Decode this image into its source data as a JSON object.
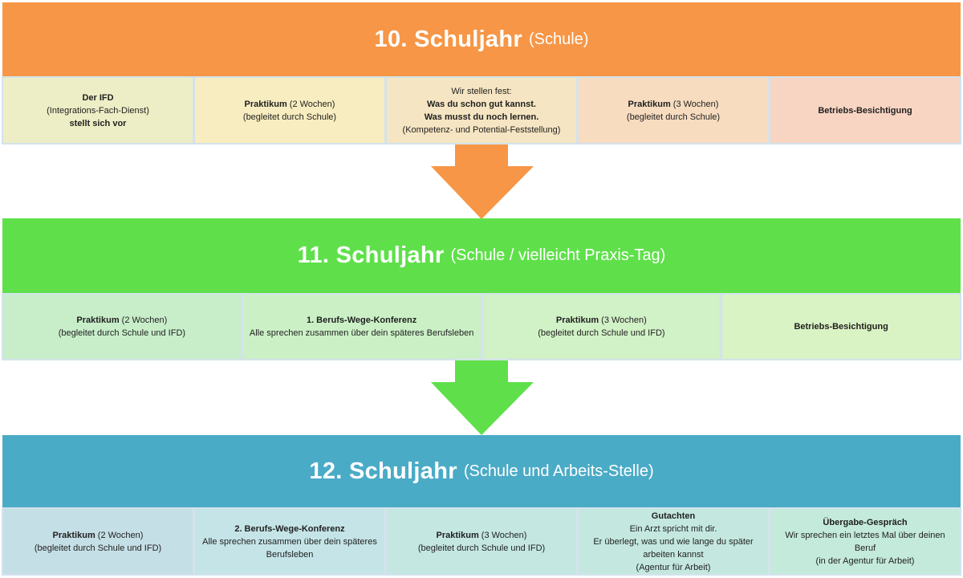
{
  "sections": [
    {
      "title": "10. Schuljahr",
      "subtitle": "(Schule)",
      "color": "#f79646",
      "cells": [
        {
          "lines": [
            {
              "bold": "Der IFD"
            },
            {
              "normal": "(Integrations-Fach-Dienst)"
            },
            {
              "bold": "stellt sich vor"
            }
          ],
          "bg": "#eeeec6"
        },
        {
          "lines": [
            {
              "bold": "Praktikum",
              "normal": " (2 Wochen)"
            },
            {
              "normal": "(begleitet durch Schule)"
            }
          ],
          "bg": "#f8edc0"
        },
        {
          "lines": [
            {
              "normal": "Wir stellen fest:"
            },
            {
              "bold": "Was du schon gut kannst."
            },
            {
              "bold": "Was musst du noch lernen."
            },
            {
              "normal": "(Kompetenz- und Potential-Feststellung)"
            }
          ],
          "bg": "#f6e5c2"
        },
        {
          "lines": [
            {
              "bold": "Praktikum",
              "normal": " (3 Wochen)"
            },
            {
              "normal": "(begleitet durch Schule)"
            }
          ],
          "bg": "#f7dcc0"
        },
        {
          "lines": [
            {
              "bold": "Betriebs-Besichtigung"
            }
          ],
          "bg": "#f8d5c2"
        }
      ]
    },
    {
      "title": "11. Schuljahr",
      "subtitle": "(Schule / vielleicht Praxis-Tag)",
      "color": "#5fe04a",
      "cells": [
        {
          "lines": [
            {
              "bold": "Praktikum",
              "normal": " (2 Wochen)"
            },
            {
              "normal": "(begleitet durch Schule und IFD)"
            }
          ],
          "bg": "#c8eec9"
        },
        {
          "lines": [
            {
              "bold": "1. Berufs-Wege-Konferenz"
            },
            {
              "normal": "Alle sprechen zusammen über dein späteres Berufsleben"
            }
          ],
          "bg": "#cbf0c6"
        },
        {
          "lines": [
            {
              "bold": "Praktikum",
              "normal": " (3 Wochen)"
            },
            {
              "normal": "(begleitet durch Schule und IFD)"
            }
          ],
          "bg": "#d1f1c6"
        },
        {
          "lines": [
            {
              "bold": "Betriebs-Besichtigung"
            }
          ],
          "bg": "#d9f3c4"
        }
      ]
    },
    {
      "title": "12. Schuljahr",
      "subtitle": "(Schule und Arbeits-Stelle)",
      "color": "#4aabc6",
      "cells": [
        {
          "lines": [
            {
              "bold": "Praktikum",
              "normal": " (2 Wochen)"
            },
            {
              "normal": "(begleitet durch Schule und IFD)"
            }
          ],
          "bg": "#c5dfe6"
        },
        {
          "lines": [
            {
              "bold": "2. Berufs-Wege-Konferenz"
            },
            {
              "normal": "Alle sprechen zusammen über dein späteres Berufsleben"
            }
          ],
          "bg": "#c5e4e7"
        },
        {
          "lines": [
            {
              "bold": "Praktikum",
              "normal": " (3 Wochen)"
            },
            {
              "normal": "(begleitet durch Schule und IFD)"
            }
          ],
          "bg": "#c4e7e2"
        },
        {
          "lines": [
            {
              "bold": "Gutachten"
            },
            {
              "normal": "Ein Arzt spricht mit dir."
            },
            {
              "normal": "Er  überlegt, was und wie lange du später arbeiten kannst"
            },
            {
              "normal": "(Agentur für Arbeit)"
            }
          ],
          "bg": "#c4e8df"
        },
        {
          "lines": [
            {
              "bold": "Übergabe-Gespräch"
            },
            {
              "normal": "Wir sprechen ein letztes Mal über deinen Beruf"
            },
            {
              "normal": "(in der Agentur für Arbeit)"
            }
          ],
          "bg": "#c4eadb"
        }
      ]
    }
  ],
  "arrows": [
    {
      "color": "#f79646"
    },
    {
      "color": "#5fe04a"
    }
  ]
}
